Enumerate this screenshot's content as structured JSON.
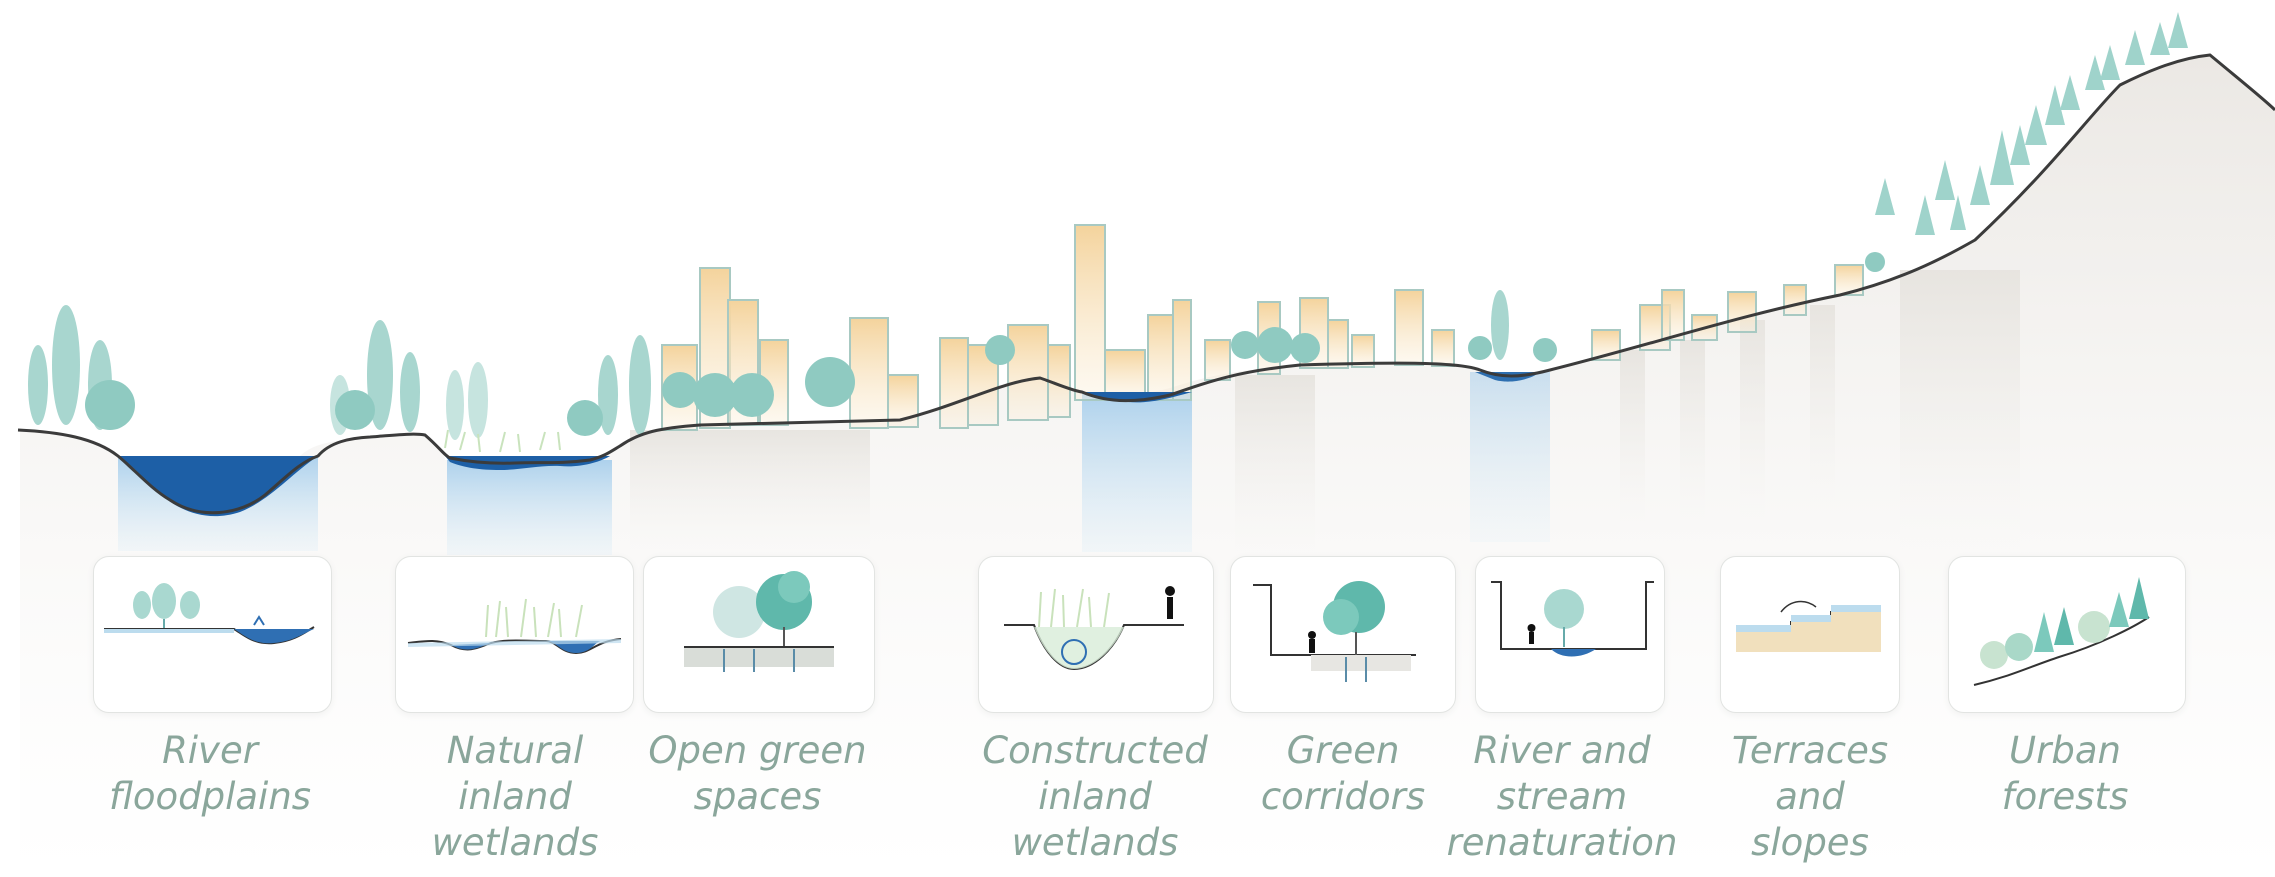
{
  "colors": {
    "water_dark": "#1d5fa6",
    "water_light": "#bcd9ef",
    "tree": "#86c7bd",
    "tree_light": "#b9ded7",
    "building": "#f6d9a8",
    "ground": "#ecebe8",
    "line": "#3b3b3b",
    "label": "#8aa69b"
  },
  "categories": [
    {
      "id": "river-floodplains",
      "label": "River\nfloodplains",
      "icon": "floodplain-icon"
    },
    {
      "id": "natural-inland-wetlands",
      "label": "Natural\ninland\nwetlands",
      "icon": "wetland-icon"
    },
    {
      "id": "open-green-spaces",
      "label": "Open green\nspaces",
      "icon": "green-space-icon"
    },
    {
      "id": "constructed-inland-wetlands",
      "label": "Constructed\ninland\nwetlands",
      "icon": "constructed-wetland-icon"
    },
    {
      "id": "green-corridors",
      "label": "Green\ncorridors",
      "icon": "green-corridor-icon"
    },
    {
      "id": "river-and-stream-renaturation",
      "label": "River and\nstream\nrenaturation",
      "icon": "stream-renaturation-icon"
    },
    {
      "id": "terraces-and-slopes",
      "label": "Terraces\nand\nslopes",
      "icon": "terrace-icon"
    },
    {
      "id": "urban-forests",
      "label": "Urban\nforests",
      "icon": "forest-icon"
    }
  ]
}
